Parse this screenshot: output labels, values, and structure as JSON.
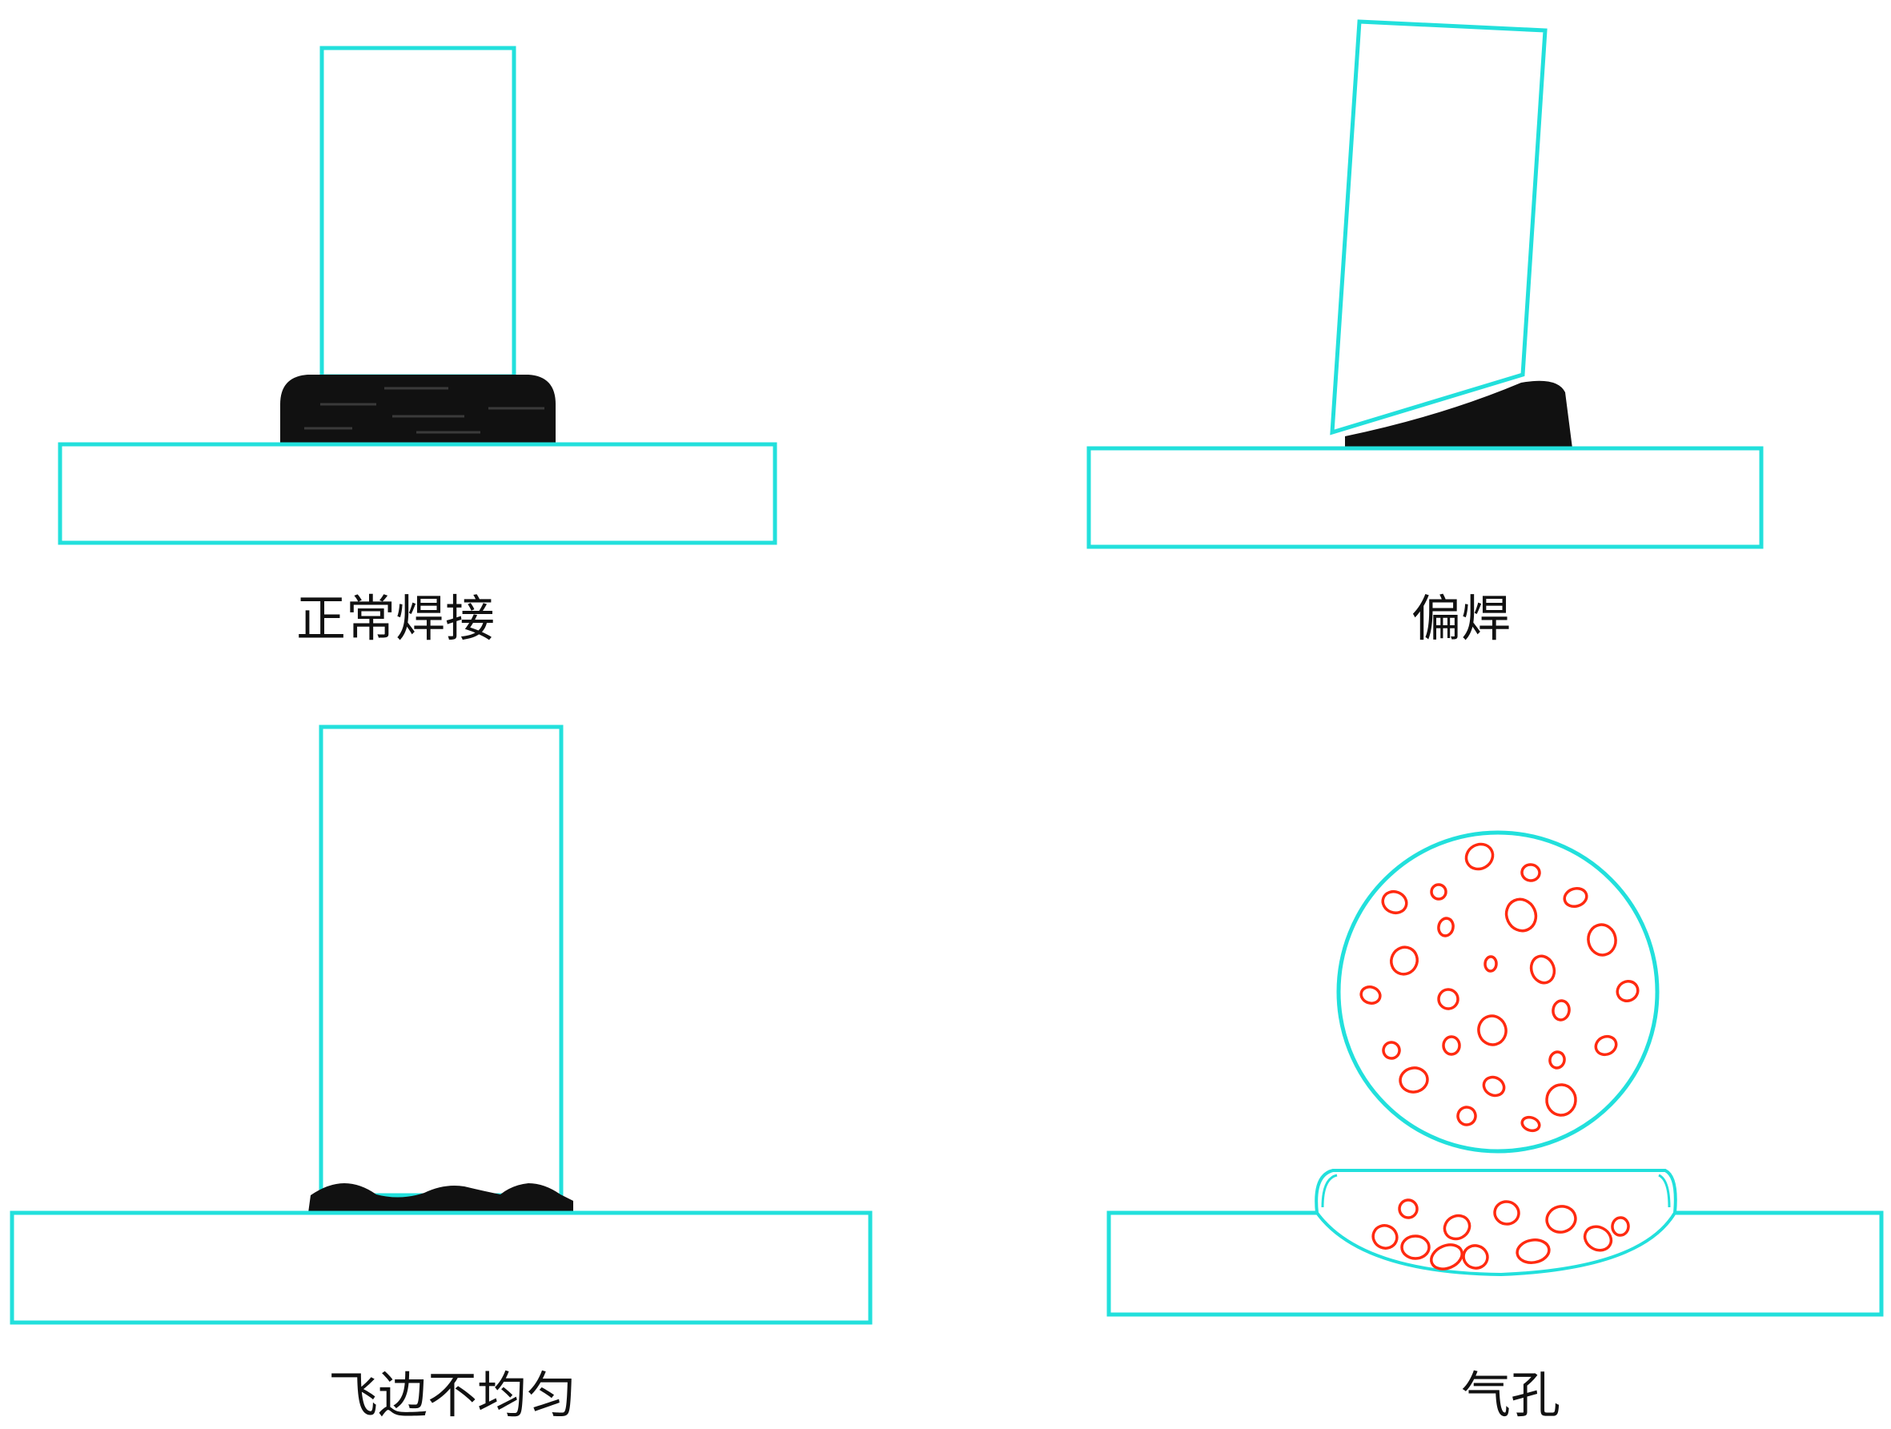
{
  "panels": [
    {
      "id": "normal",
      "caption": "正常焊接"
    },
    {
      "id": "offset",
      "caption": "偏焊"
    },
    {
      "id": "flash",
      "caption": "飞边不均匀"
    },
    {
      "id": "porosity",
      "caption": "气孔"
    }
  ],
  "colors": {
    "outline": "#22e0dc",
    "weld": "#111111",
    "pore": "#ff2a10",
    "background": "#ffffff"
  }
}
